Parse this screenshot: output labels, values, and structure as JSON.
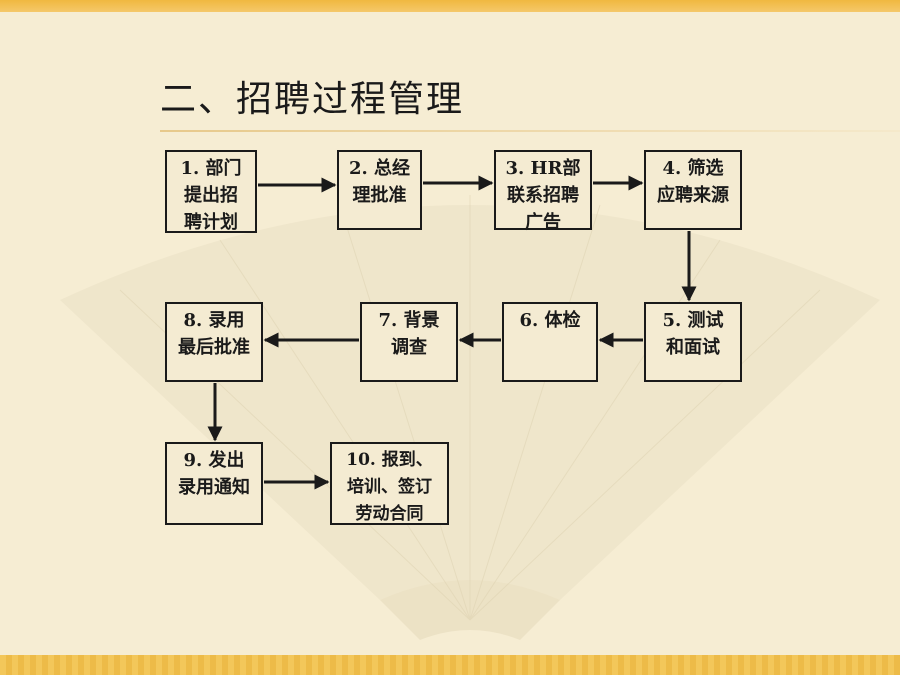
{
  "slide": {
    "title": "二、招聘过程管理"
  },
  "steps": [
    {
      "id": "1",
      "lines": [
        "1. 部门",
        "提出招",
        "聘计划"
      ]
    },
    {
      "id": "2",
      "lines": [
        "2. 总经",
        "理批准"
      ]
    },
    {
      "id": "3",
      "lines": [
        "3. HR部",
        "联系招聘",
        "广告"
      ]
    },
    {
      "id": "4",
      "lines": [
        "4. 筛选",
        "应聘来源"
      ]
    },
    {
      "id": "5",
      "lines": [
        "5. 测试",
        "和面试"
      ]
    },
    {
      "id": "6",
      "lines": [
        "6. 体检"
      ]
    },
    {
      "id": "7",
      "lines": [
        "7. 背景",
        "调查"
      ]
    },
    {
      "id": "8",
      "lines": [
        "8. 录用",
        "最后批准"
      ]
    },
    {
      "id": "9",
      "lines": [
        "9. 发出",
        "录用通知"
      ]
    },
    {
      "id": "10",
      "lines": [
        "10. 报到、",
        "培训、签订",
        "劳动合同"
      ]
    }
  ],
  "colors": {
    "background": "#F6EDD3",
    "accent_band": "#F0B840",
    "line": "#1A1A1A"
  }
}
